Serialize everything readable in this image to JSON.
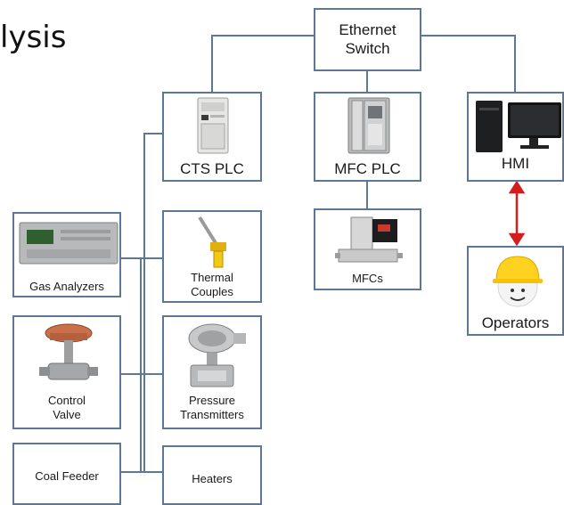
{
  "title_fragment": "lysis",
  "ethernet_switch": "Ethernet\nSwitch",
  "cts_plc": "CTS PLC",
  "mfc_plc": "MFC PLC",
  "hmi": "HMI",
  "mfcs": "MFCs",
  "operators": "Operators",
  "gas_analyzers": "Gas Analyzers",
  "thermal_couples": "Thermal\nCouples",
  "control_valve": "Control\nValve",
  "pressure_transmitters": "Pressure\nTransmitters",
  "coal_feeder": "Coal Feeder",
  "heaters": "Heaters",
  "colors": {
    "box_border": "#5d7797",
    "wire": "#5d7797",
    "arrow": "#d41e1e",
    "helmet": "#ffd21f"
  }
}
